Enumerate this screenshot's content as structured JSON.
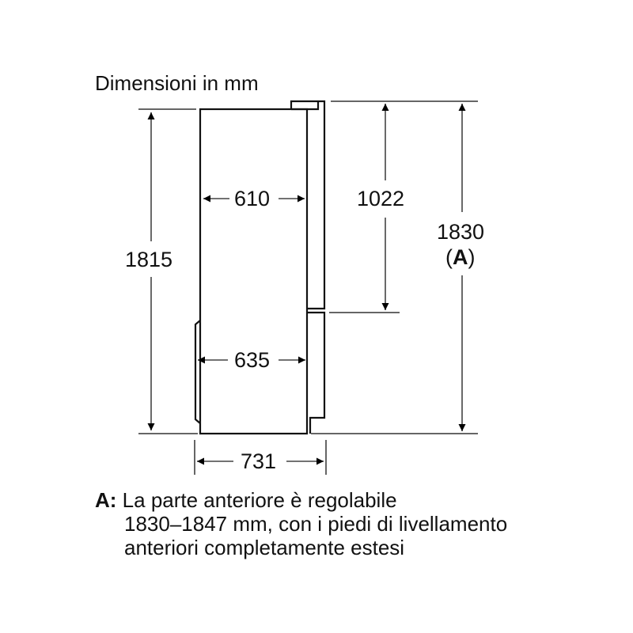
{
  "title": "Dimensioni in mm",
  "dimensions": {
    "height_body": "1815",
    "depth_top": "610",
    "depth_bottom": "635",
    "door_upper_height": "1022",
    "total_height": "1830",
    "total_height_ref": "A",
    "total_depth": "731"
  },
  "note": {
    "key": "A:",
    "lines": [
      "La parte anteriore è regolabile",
      "1830–1847 mm, con i piedi di livellamento",
      "anteriori completamente estesi"
    ]
  }
}
